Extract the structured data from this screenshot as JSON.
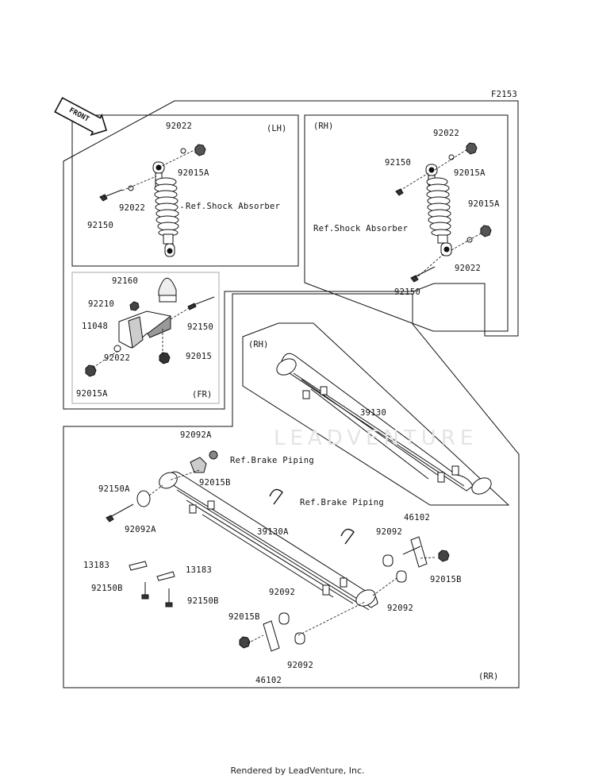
{
  "figure_code": "F2153",
  "front_badge": "FRONT",
  "watermark": "LEADVENTURE",
  "footer": "Rendered by LeadVenture, Inc.",
  "sections": {
    "lh": "(LH)",
    "rh_shock": "(RH)",
    "fr": "(FR)",
    "rh_spring": "(RH)",
    "rr": "(RR)"
  },
  "parts": {
    "lh_92022_top": "92022",
    "lh_92015a": "92015A",
    "lh_92022_mid": "92022",
    "lh_92150": "92150",
    "lh_ref_shock": "Ref.Shock Absorber",
    "rh_92022_top": "92022",
    "rh_92150_top": "92150",
    "rh_92015a_top": "92015A",
    "rh_92015a_mid": "92015A",
    "rh_ref_shock": "Ref.Shock Absorber",
    "rh_92022_bot": "92022",
    "rh_92150_bot": "92150",
    "fr_92160": "92160",
    "fr_92210": "92210",
    "fr_11048": "11048",
    "fr_92150": "92150",
    "fr_92015": "92015",
    "fr_92022": "92022",
    "fr_92015a": "92015A",
    "rhs_39130": "39130",
    "rr_92092a_top": "92092A",
    "rr_92015b_top": "92015B",
    "rr_ref_brake_1": "Ref.Brake Piping",
    "rr_92150a": "92150A",
    "rr_92092a_left": "92092A",
    "rr_ref_brake_2": "Ref.Brake Piping",
    "rr_39130a": "39130A",
    "rr_46102_right": "46102",
    "rr_92092_r1": "92092",
    "rr_92015b_right": "92015B",
    "rr_13183_left": "13183",
    "rr_13183_right": "13183",
    "rr_92150b_left": "92150B",
    "rr_92150b_right": "92150B",
    "rr_92092_r2": "92092",
    "rr_92092_mid": "92092",
    "rr_92015b_bot": "92015B",
    "rr_92092_bot": "92092",
    "rr_46102_bot": "46102"
  }
}
